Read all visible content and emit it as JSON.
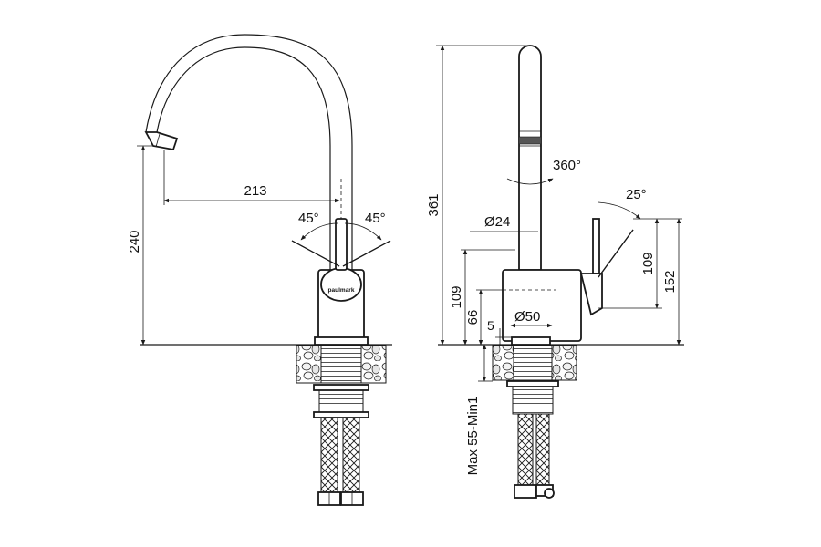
{
  "front_view": {
    "brand": "paulmark",
    "dim_reach": "213",
    "dim_height": "240",
    "dim_lever_left": "45°",
    "dim_lever_right": "45°"
  },
  "side_view": {
    "dim_total_height": "361",
    "dim_rotation": "360°",
    "dim_lever_tilt": "25°",
    "dim_spout_diameter": "Ø24",
    "dim_body_diameter": "Ø50",
    "dim_lever_top": "109",
    "dim_lever_span": "152",
    "dim_body_height": "109",
    "dim_base_height": "66",
    "dim_base_ring": "5",
    "dim_mount": "Max 55-Min1"
  },
  "colors": {
    "line": "#1a1a1a",
    "background": "#ffffff"
  }
}
